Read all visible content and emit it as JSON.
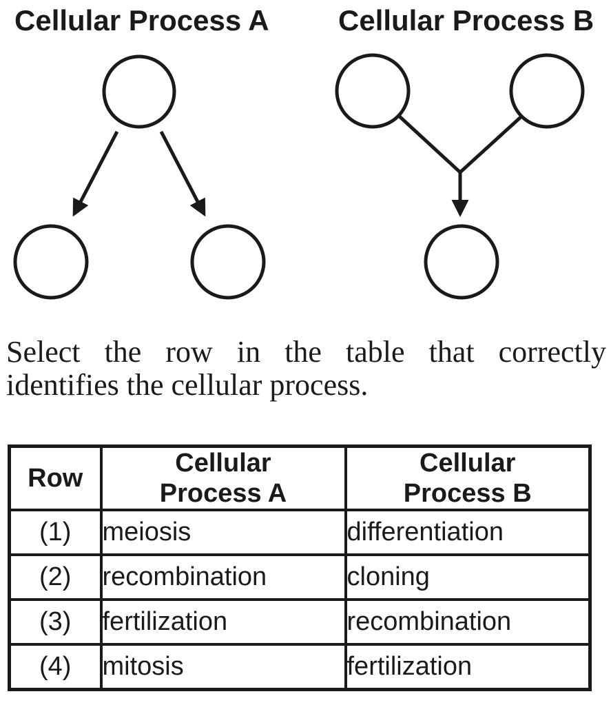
{
  "page": {
    "background": "#ffffff",
    "ink": "#1a1a1a"
  },
  "diagram_a": {
    "title": "Cellular Process A"
  },
  "diagram_b": {
    "title": "Cellular Process B"
  },
  "question": {
    "line1": "Select the row in the table that correctly",
    "line2": "identifies the cellular process."
  },
  "table": {
    "header": {
      "row": "Row",
      "col_a_line1": "Cellular",
      "col_a_line2": "Process A",
      "col_b_line1": "Cellular",
      "col_b_line2": "Process B"
    },
    "rows": [
      {
        "label": "(1)",
        "process_a": "meiosis",
        "process_b": "differentiation"
      },
      {
        "label": "(2)",
        "process_a": "recombination",
        "process_b": "cloning"
      },
      {
        "label": "(3)",
        "process_a": "fertilization",
        "process_b": "recombination"
      },
      {
        "label": "(4)",
        "process_a": "mitosis",
        "process_b": "fertilization"
      }
    ]
  }
}
